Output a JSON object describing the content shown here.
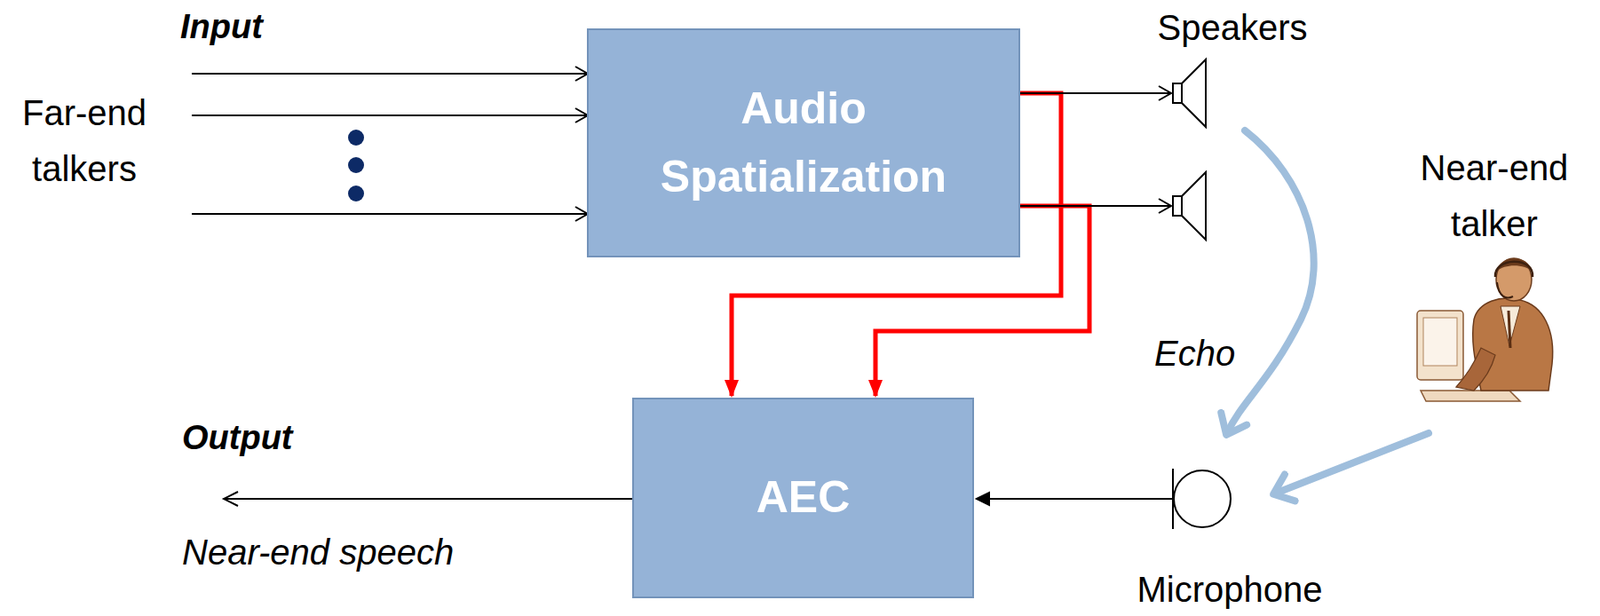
{
  "diagram": {
    "nodes": [
      {
        "text": [
          "Audio Spatialization"
        ]
      },
      {
        "text": [
          "AEC"
        ]
      }
    ],
    "edges": [
      {
        "from": 0,
        "to": 1,
        "arrow": "to"
      },
      {
        "from": 0,
        "to": 1,
        "arrow": "to"
      }
    ],
    "labels": [
      "Input",
      "Far-end talkers",
      "Speakers",
      "Near-end talker",
      "Echo",
      "Output",
      "Near-end speech",
      "Microphone"
    ]
  }
}
